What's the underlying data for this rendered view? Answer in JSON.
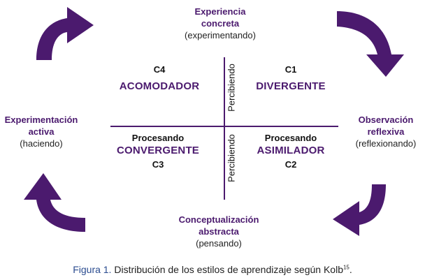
{
  "poles": {
    "top": {
      "title_line1": "Experiencia",
      "title_line2": "concreta",
      "sub": "(experimentando)"
    },
    "right": {
      "title_line1": "Observación",
      "title_line2": "reflexiva",
      "sub": "(reflexionando)"
    },
    "bottom": {
      "title_line1": "Conceptualización",
      "title_line2": "abstracta",
      "sub": "(pensando)"
    },
    "left": {
      "title_line1": "Experimentación",
      "title_line2": "activa",
      "sub": "(haciendo)"
    }
  },
  "quadrants": {
    "top_left": {
      "code": "C4",
      "name": "ACOMODADOR"
    },
    "top_right": {
      "code": "C1",
      "name": "DIVERGENTE"
    },
    "bottom_left": {
      "process": "Procesando",
      "name": "CONVERGENTE",
      "code": "C3"
    },
    "bottom_right": {
      "process": "Procesando",
      "name": "ASIMILADOR",
      "code": "C2"
    }
  },
  "axis_labels": {
    "upper": "Percibiendo",
    "lower": "Percibiendo"
  },
  "caption": {
    "label": "Figura 1.",
    "text": " Distribución de los estilos de aprendizaje según Kolb",
    "ref": "15",
    "end": "."
  },
  "colors": {
    "arrow": "#4b1a6e",
    "axis": "#4b1a6e"
  },
  "icons": [
    "curved-arrow-icon"
  ]
}
